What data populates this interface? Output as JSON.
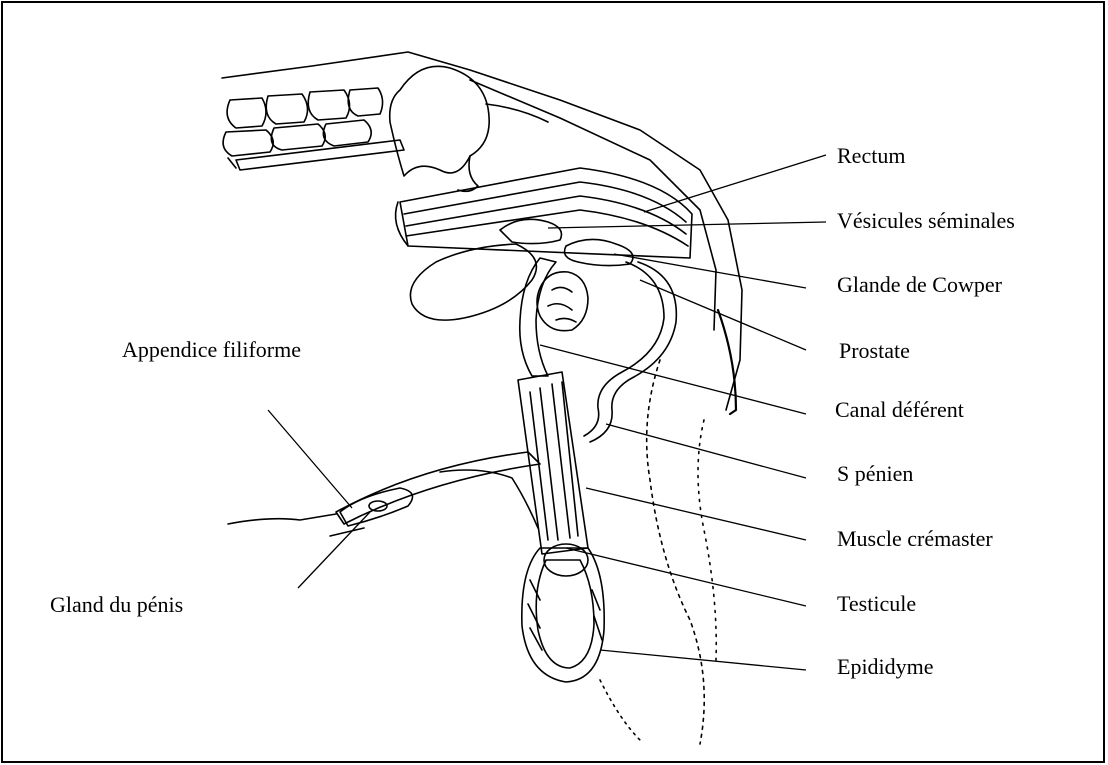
{
  "labels": {
    "rectum": "Rectum",
    "vesicules": "Vésicules séminales",
    "cowper": "Glande de Cowper",
    "prostate": "Prostate",
    "canal": "Canal déférent",
    "s_penien": "S pénien",
    "cremaster": "Muscle crémaster",
    "testicule": "Testicule",
    "epididyme": "Epididyme",
    "appendice": "Appendice filiforme",
    "gland": "Gland du pénis"
  }
}
